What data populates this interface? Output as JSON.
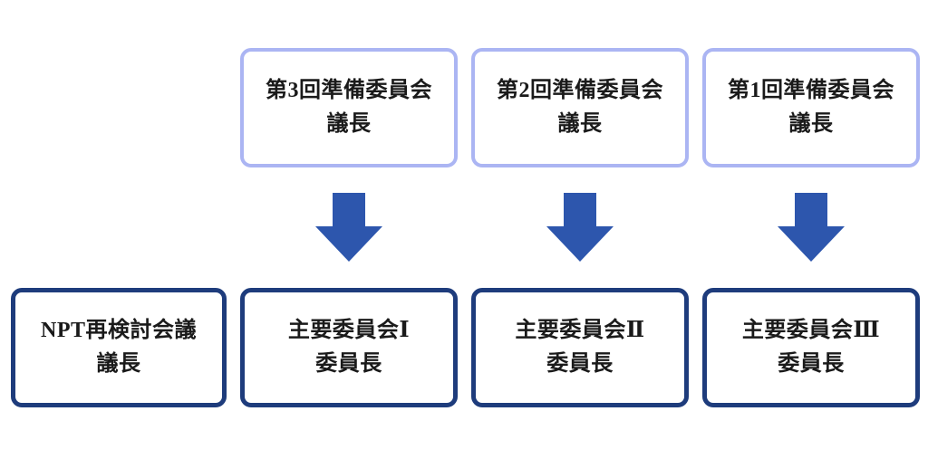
{
  "colors": {
    "background": "#ffffff",
    "light_border": "#abb5f3",
    "dark_border": "#1e3c7c",
    "arrow": "#2d56ad",
    "text": "#1a1a1a"
  },
  "top_row": {
    "boxes": [
      {
        "line1": "第3回準備委員会",
        "line2": "議長"
      },
      {
        "line1": "第2回準備委員会",
        "line2": "議長"
      },
      {
        "line1": "第1回準備委員会",
        "line2": "議長"
      }
    ]
  },
  "bottom_row": {
    "boxes": [
      {
        "line1": "NPT再検討会議",
        "line2": "議長"
      },
      {
        "line1": "主要委員会Ⅰ",
        "line2": "委員長"
      },
      {
        "line1": "主要委員会Ⅱ",
        "line2": "委員長"
      },
      {
        "line1": "主要委員会Ⅲ",
        "line2": "委員長"
      }
    ]
  },
  "icons": {
    "arrow": "down-block-arrow"
  }
}
